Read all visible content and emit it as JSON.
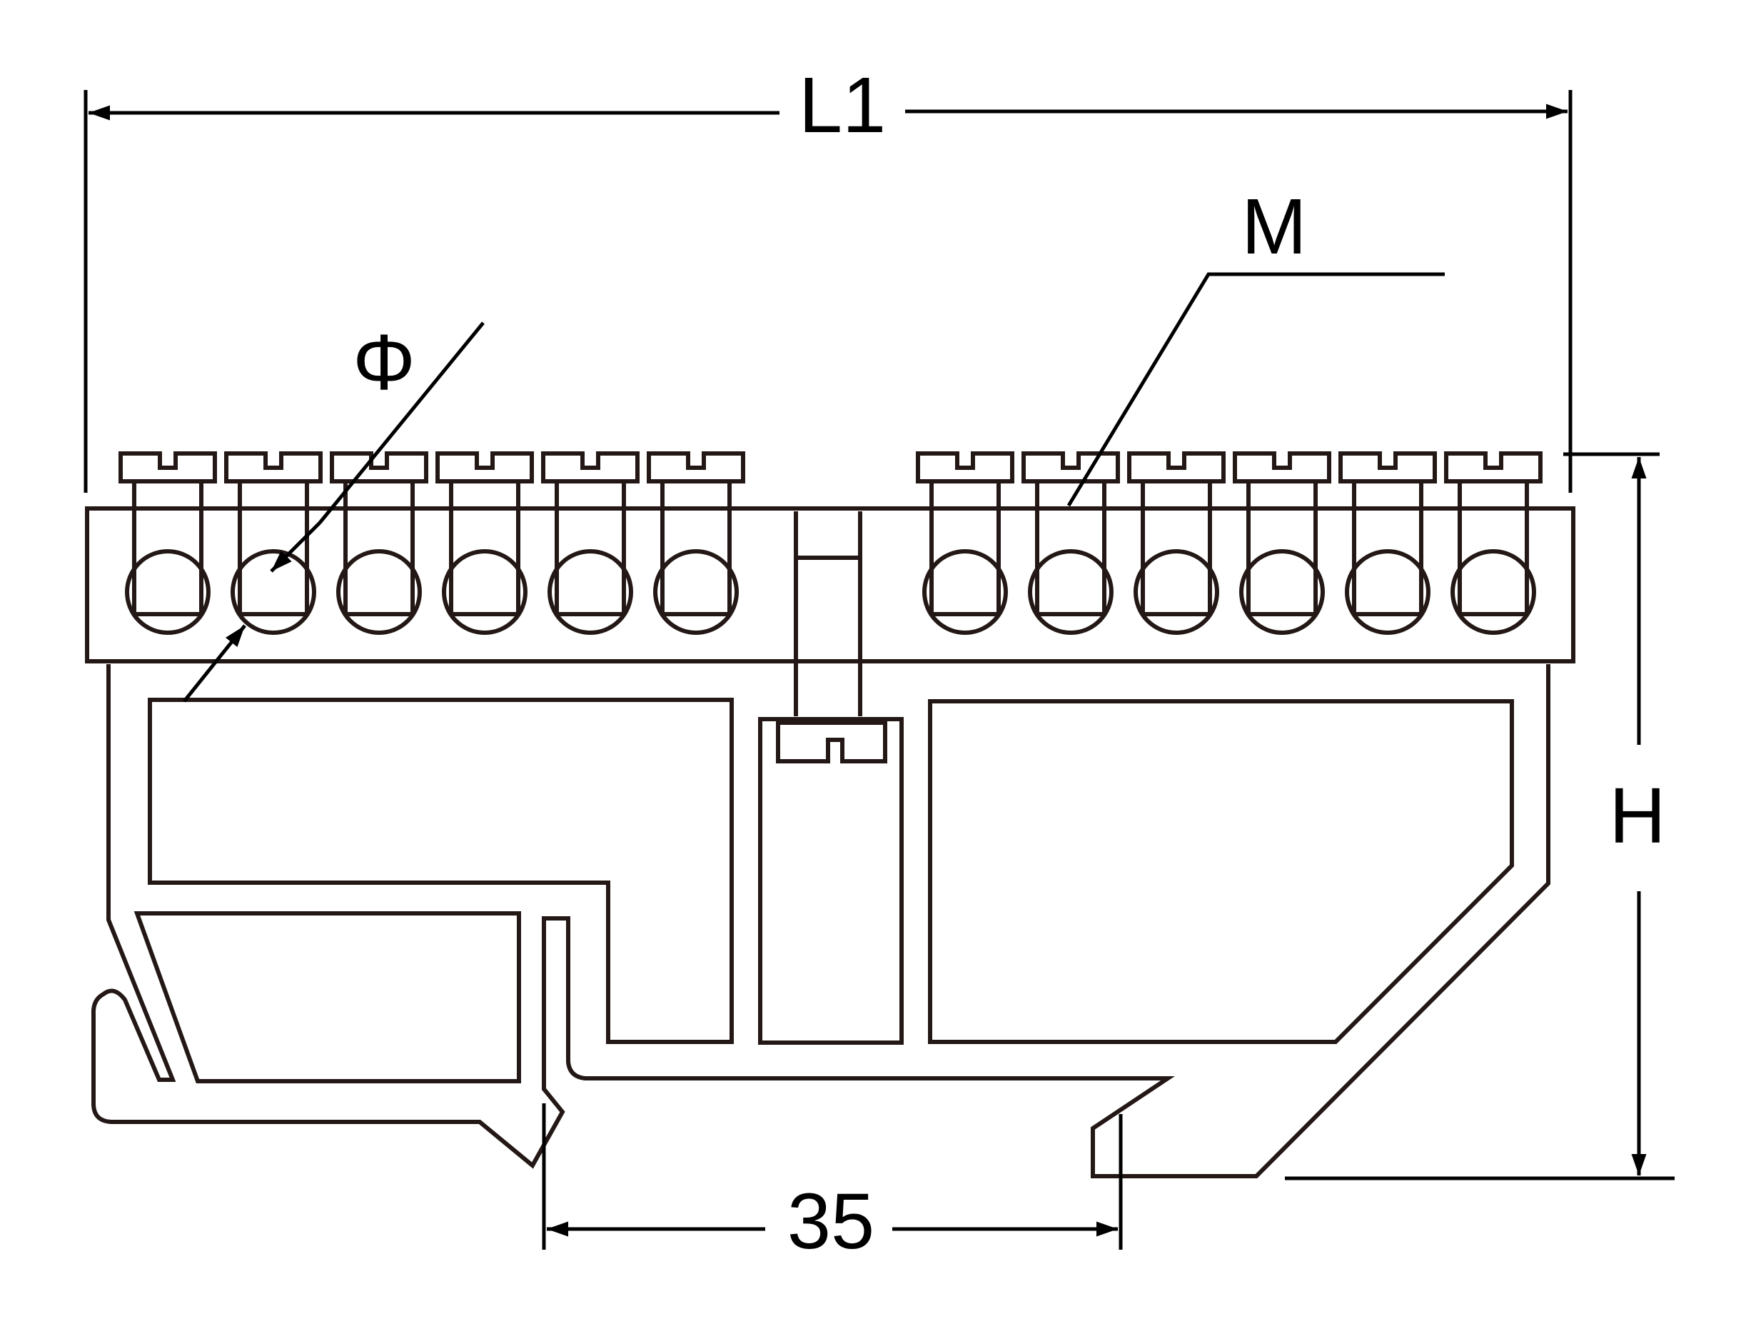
{
  "labels": {
    "length": "L1",
    "height": "H",
    "rail_width": "35",
    "screw_thread": "M",
    "hole_diameter": "Φ"
  },
  "colors": {
    "outline": "#231815",
    "dimension": "#000000",
    "background": "#ffffff"
  },
  "terminals": {
    "left_group_count": 6,
    "right_group_count": 6
  }
}
